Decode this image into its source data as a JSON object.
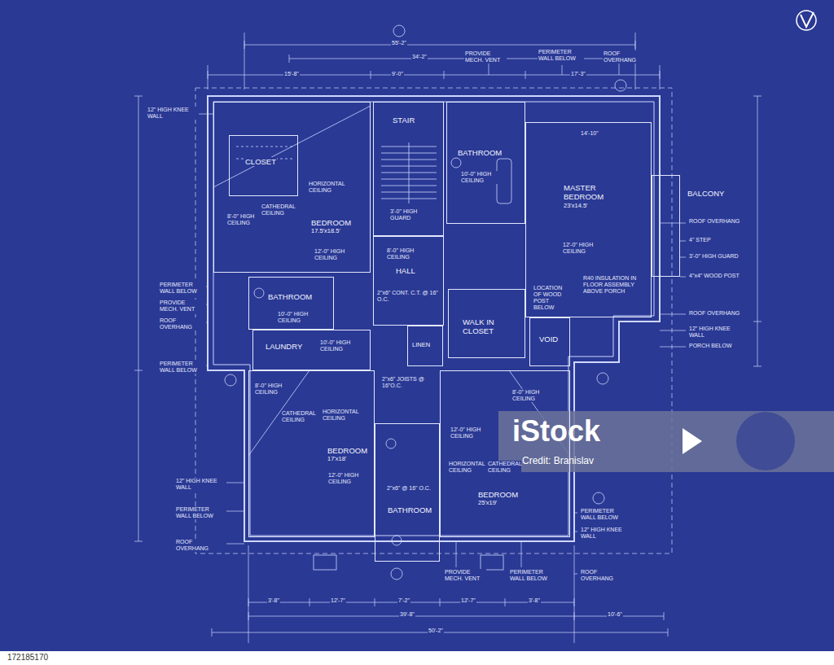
{
  "diagram": {
    "nodes": [
      {
        "text": [
          "BEDROOM",
          "17.5'x18.5'"
        ]
      },
      {
        "text": [
          "CLOSET"
        ],
        "in": 0
      },
      {
        "text": [
          "STAIR"
        ]
      },
      {
        "text": [
          "BATHROOM"
        ]
      },
      {
        "text": [
          "MASTER BEDROOM",
          "23'x14.5'"
        ]
      },
      {
        "text": [
          "BALCONY"
        ]
      },
      {
        "text": [
          "HALL"
        ]
      },
      {
        "text": [
          "BATHROOM"
        ]
      },
      {
        "text": [
          "LAUNDRY"
        ]
      },
      {
        "text": [
          "WALK IN CLOSET"
        ]
      },
      {
        "text": [
          "LINEN"
        ]
      },
      {
        "text": [
          "VOID"
        ]
      },
      {
        "text": [
          "BEDROOM",
          "17'x18'"
        ]
      },
      {
        "text": [
          "BATHROOM"
        ]
      },
      {
        "text": [
          "BEDROOM",
          "25'x19'"
        ]
      }
    ],
    "labels": [
      "55'-2\"",
      "34'-2\"",
      "15'-8\"",
      "9'-0\"",
      "17'-3\"",
      "14'-10\"",
      "PROVIDE MECH. VENT",
      "PERIMETER WALL BELOW",
      "ROOF OVERHANG",
      "12\" HIGH KNEE WALL",
      "PERIMETER WALL BELOW",
      "PROVIDE MECH. VENT",
      "ROOF OVERHANG",
      "PERIMETER WALL BELOW",
      "12\" HIGH KNEE WALL",
      "PERIMETER WALL BELOW",
      "ROOF OVERHANG",
      "ROOF OVERHANG",
      "4\" STEP",
      "3'-0\" HIGH GUARD",
      "4\"x4\" WOOD POST",
      "ROOF OVERHANG",
      "12\" HIGH KNEE WALL",
      "PORCH BELOW",
      "PERIMETER WALL BELOW",
      "12\" HIGH KNEE WALL",
      "ROOF OVERHANG",
      "PROVIDE MECH. VENT",
      "PERIMETER WALL BELOW",
      "3'-8\"",
      "12'-7\"",
      "7'-2\"",
      "12'-7\"",
      "3'-8\"",
      "39'-8\"",
      "10'-6\"",
      "50'-2\"",
      "CATHEDRAL CEILING",
      "HORIZONTAL CEILING",
      "8'-0\" HIGH CEILING",
      "12'-0\" HIGH CEILING",
      "10'-0\" HIGH CEILING",
      "12'-0\" HIGH CEILING",
      "3'-0\" HIGH GUARD",
      "8'-0\" HIGH CEILING",
      "10'-0\" HIGH CEILING",
      "10'-0\" HIGH CEILING",
      "R40 INSULATION IN FLOOR ASSEMBLY ABOVE PORCH",
      "LOCATION OF WOOD POST BELOW",
      "8'-0\" HIGH CEILING",
      "CATHEDRAL CEILING",
      "HORIZONTAL CEILING",
      "12'-0\" HIGH CEILING",
      "12'-0\" HIGH CEILING",
      "HORIZONTAL CEILING",
      "CATHEDRAL CEILING",
      "8'-0\" HIGH CEILING",
      "2\"x6\" @ 16\" O.C.",
      "2\"x6\" CONT. C.T. @ 16\" O.C.",
      "2\"x6\" JOISTS @ 16\"O.C.",
      "iStock",
      "Credit: Branislav",
      "172185170"
    ]
  }
}
